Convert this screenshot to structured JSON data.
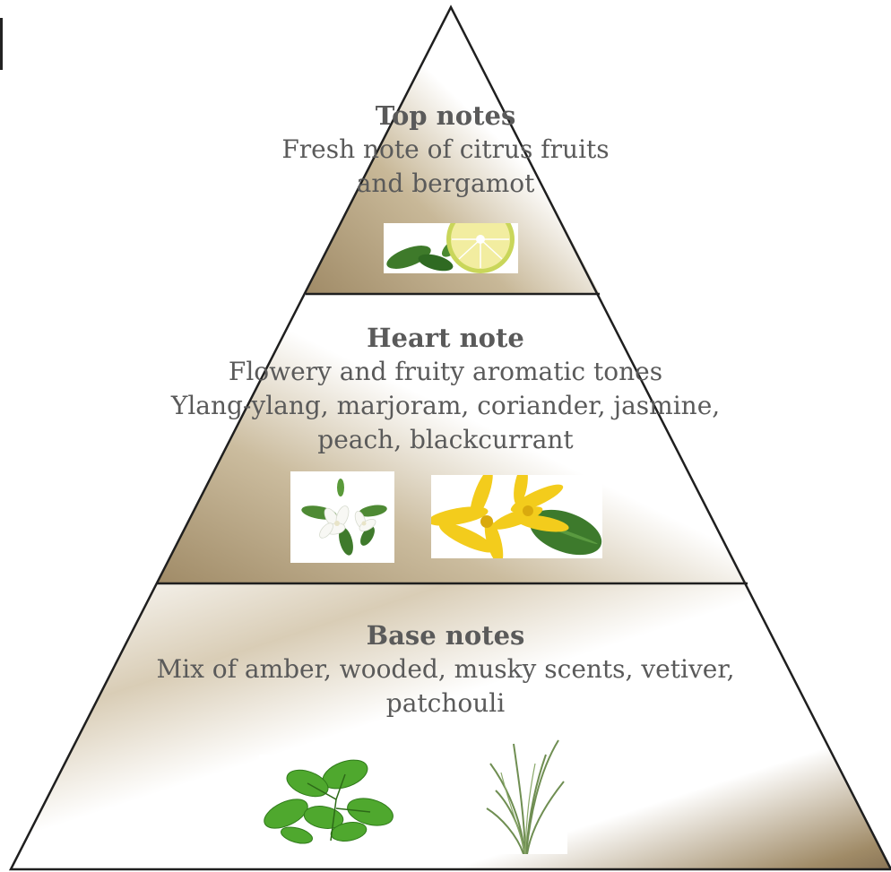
{
  "tiers": {
    "top": {
      "title": "Top notes",
      "lines": [
        "Fresh note of citrus fruits",
        "and bergamot"
      ],
      "images": [
        "bergamot-citrus-photo"
      ]
    },
    "heart": {
      "title": "Heart note",
      "lines": [
        "Flowery and fruity aromatic tones",
        "Ylang-ylang, marjoram, coriander, jasmine,",
        "peach, blackcurrant"
      ],
      "images": [
        "jasmine-flower-photo",
        "ylang-ylang-flower-photo"
      ]
    },
    "base": {
      "title": "Base notes",
      "lines": [
        "Mix of amber, wooded, musky scents, vetiver,",
        "patchouli"
      ],
      "images": [
        "patchouli-leaves-photo",
        "vetiver-grass-photo"
      ]
    }
  },
  "colors": {
    "gradient_dark": "#a08b67",
    "gradient_light": "#ffffff",
    "outline": "#1f1f1f",
    "text": "#5a5a5a"
  }
}
